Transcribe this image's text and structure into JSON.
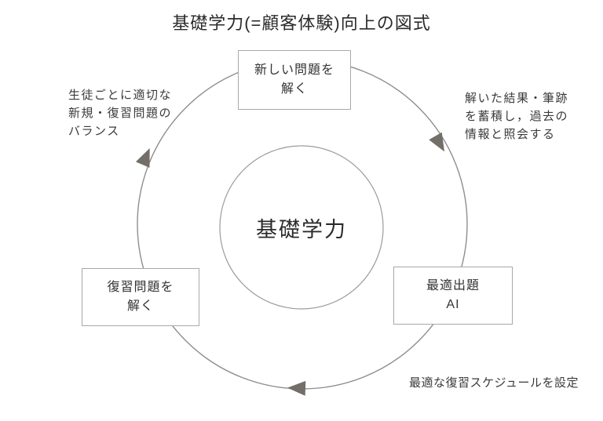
{
  "title": "基礎学力(=顧客体験)向上の図式",
  "center": {
    "label": "基礎学力"
  },
  "nodes": {
    "top": {
      "label": "新しい問題を\n解く"
    },
    "right": {
      "label": "最適出題\nAI"
    },
    "left": {
      "label": "復習問題を\n解く"
    }
  },
  "annotations": {
    "top_left": "生徒ごとに適切な\n新規・復習問題の\nバランス",
    "top_right": "解いた結果・筆跡\nを蓄積し，過去の\n情報と照会する",
    "bottom_right": "最適な復習スケジュールを設定"
  },
  "colors": {
    "cycle_line": "#8e8e8e",
    "inner_circle_line": "#9c9c9c",
    "box_border": "#a8a8a8",
    "arrow": "#736e67",
    "text": "#2f2f2f"
  }
}
